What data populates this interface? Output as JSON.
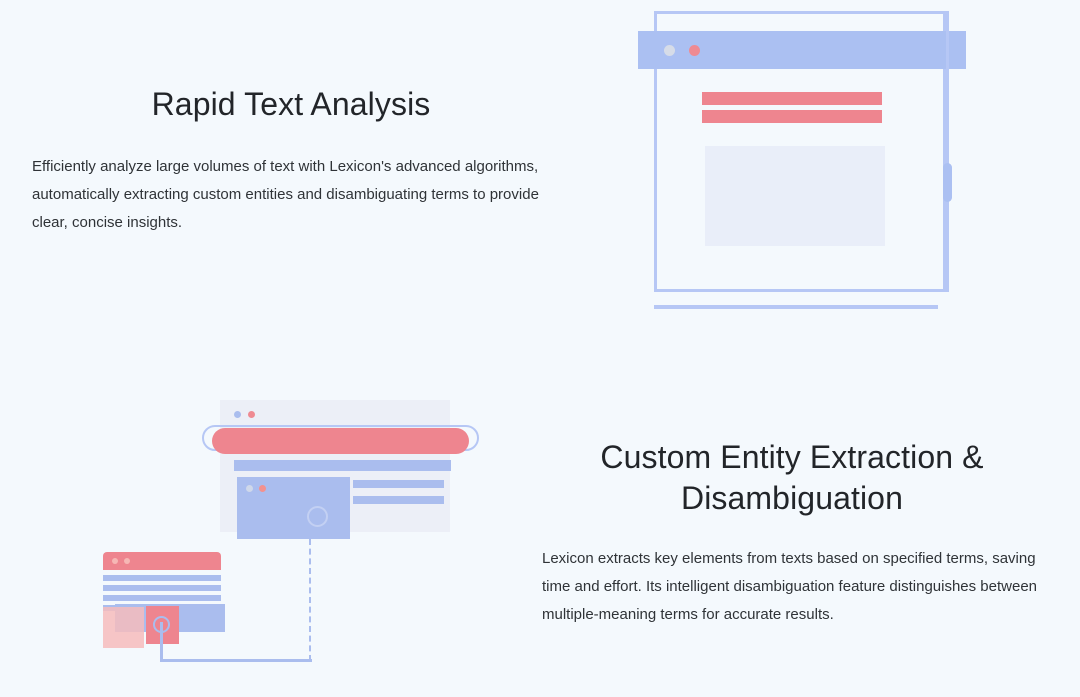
{
  "page": {
    "background_color": "#f4f9fd",
    "accent_blue": "#aabdee",
    "accent_red": "#ee858f",
    "panel_grey": "#eceff7"
  },
  "sections": [
    {
      "id": "rapid-text-analysis",
      "heading": "Rapid Text Analysis",
      "body": "Efficiently analyze large volumes of text with Lexicon's advanced algorithms, automatically extracting custom entities and disambiguating terms to provide clear, concise insights."
    },
    {
      "id": "custom-entity-extraction",
      "heading": "Custom Entity Extraction & Disambiguation",
      "body": "Lexicon extracts key elements from texts based on specified terms, saving time and effort. Its intelligent disambiguation feature distinguishes between multiple-meaning terms for accurate results."
    }
  ],
  "illustrations": {
    "browser_window": {
      "name": "browser-window-illustration",
      "title_bar_color": "#abc0f2",
      "frame_color": "#b6c7f5",
      "dots": [
        "grey",
        "red"
      ],
      "text_bars": 2,
      "text_bar_color": "#ee858f",
      "content_panel_color": "#e9eef9",
      "scrollbar": true
    },
    "search_window": {
      "name": "search-entity-illustration",
      "window_color": "#eceff7",
      "search_pill_color": "#ee858f",
      "search_pill_outline_color": "#b6c7f5",
      "dots": [
        "blue",
        "red"
      ],
      "bars": 3,
      "media_card_color": "#aabdee",
      "connector_style": "dashed",
      "mini_window_header_color": "#ee858f",
      "stripes": 4,
      "stacked_squares": [
        "pink",
        "blue",
        "red"
      ]
    }
  }
}
